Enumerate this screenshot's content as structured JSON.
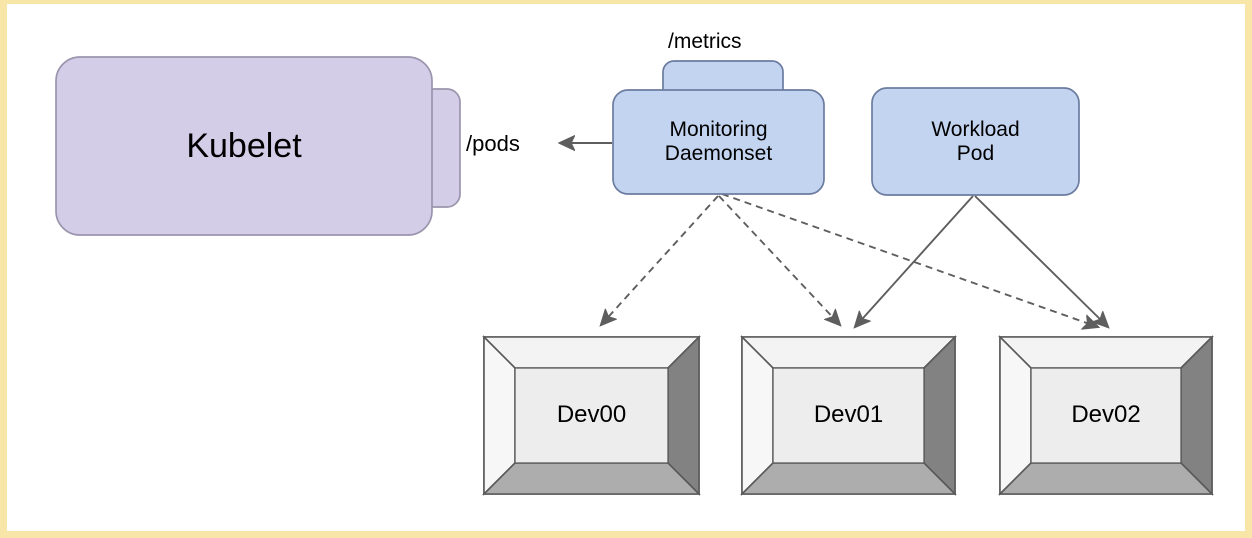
{
  "diagram": {
    "title": "Kubelet device monitoring daemonset topology",
    "background": "#ffffff",
    "frame_color": "#f8e6a8"
  },
  "palette": {
    "kubelet_fill": "#d4cde8",
    "kubelet_stroke": "#9b94ad",
    "pod_fill": "#c3d4f0",
    "pod_stroke": "#6b7ca0",
    "device_face": "#ededed",
    "device_top": "#f0f0f0",
    "device_right": "#828282",
    "device_bottom": "#adadad",
    "device_stroke": "#5a5a5a",
    "edge_color": "#5e5e5e",
    "text_color": "#000000"
  },
  "nodes": {
    "kubelet": {
      "label": "Kubelet",
      "shape": "rounded-rectangle-stacked",
      "font_size": 34
    },
    "kubelet_back_card": {
      "label": "",
      "shape": "rounded-rectangle"
    },
    "monitoring_daemonset": {
      "label": "Monitoring\nDaemonset",
      "shape": "rounded-rectangle",
      "font_size": 21
    },
    "metrics_tab": {
      "label": "",
      "shape": "rounded-rectangle-tab"
    },
    "workload_pod": {
      "label": "Workload\nPod",
      "shape": "rounded-rectangle",
      "font_size": 21
    },
    "devices": [
      {
        "id": "dev00",
        "label": "Dev00",
        "shape": "cube-3d",
        "font_size": 24
      },
      {
        "id": "dev01",
        "label": "Dev01",
        "shape": "cube-3d",
        "font_size": 24
      },
      {
        "id": "dev02",
        "label": "Dev02",
        "shape": "cube-3d",
        "font_size": 24
      }
    ]
  },
  "edge_labels": {
    "pods": "/pods",
    "metrics": "/metrics"
  },
  "edges": [
    {
      "id": "ds-to-kubelet",
      "from": "monitoring_daemonset",
      "to": "kubelet",
      "style": "solid",
      "label": "/pods",
      "direction": "left"
    },
    {
      "id": "ds-to-dev00",
      "from": "monitoring_daemonset",
      "to": "dev00",
      "style": "dashed",
      "label": ""
    },
    {
      "id": "ds-to-dev01",
      "from": "monitoring_daemonset",
      "to": "dev01",
      "style": "dashed",
      "label": ""
    },
    {
      "id": "ds-to-dev02",
      "from": "monitoring_daemonset",
      "to": "dev02",
      "style": "dashed",
      "label": ""
    },
    {
      "id": "pod-to-dev01",
      "from": "workload_pod",
      "to": "dev01",
      "style": "solid",
      "label": ""
    },
    {
      "id": "pod-to-dev02",
      "from": "workload_pod",
      "to": "dev02",
      "style": "solid",
      "label": ""
    }
  ]
}
